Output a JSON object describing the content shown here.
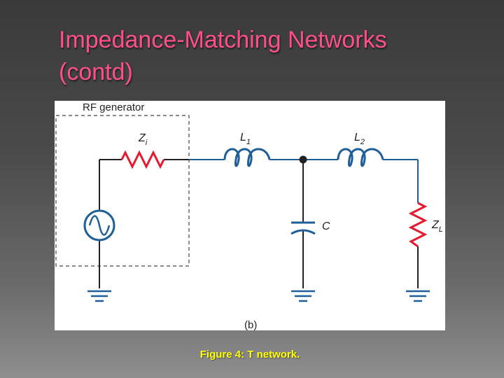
{
  "slide": {
    "title_line1": "Impedance-Matching Networks",
    "title_line2": "(contd)",
    "caption": "Figure 4: T network."
  },
  "diagram": {
    "generator_label": "RF generator",
    "zi": {
      "base": "Z",
      "sub": "i"
    },
    "l1": {
      "base": "L",
      "sub": "1"
    },
    "l2": {
      "base": "L",
      "sub": "2"
    },
    "c": "C",
    "zl": {
      "base": "Z",
      "sub": "L"
    },
    "part_label": "(b)"
  },
  "colors": {
    "title": "#ff4f8b",
    "caption": "#ffff00",
    "wire_blue": "#1f5f99",
    "wire_black": "#222222",
    "component_red": "#e8192c"
  }
}
